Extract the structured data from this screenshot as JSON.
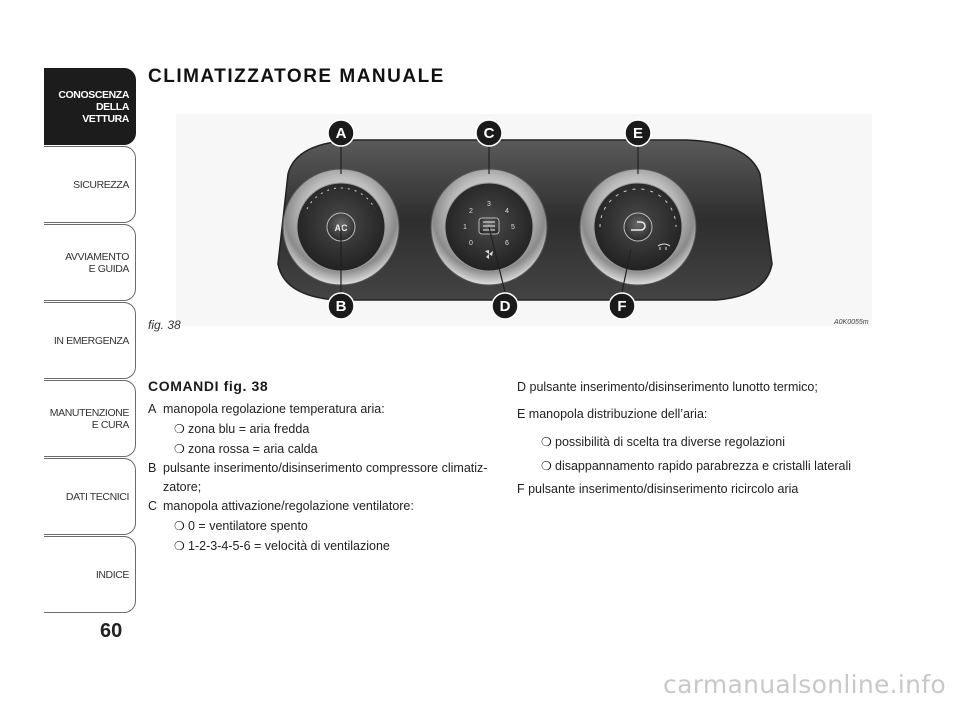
{
  "sidebar": {
    "tabs": [
      {
        "label": "CONOSCENZA\nDELLA\nVETTURA",
        "active": true
      },
      {
        "label": "SICUREZZA",
        "active": false
      },
      {
        "label": "AVVIAMENTO\nE GUIDA",
        "active": false
      },
      {
        "label": "IN EMERGENZA",
        "active": false
      },
      {
        "label": "MANUTENZIONE\nE CURA",
        "active": false
      },
      {
        "label": "DATI TECNICI",
        "active": false
      },
      {
        "label": "INDICE",
        "active": false
      }
    ],
    "page_number": "60"
  },
  "header": {
    "title": "CLIMATIZZATORE MANUALE"
  },
  "figure": {
    "caption": "fig. 38",
    "code": "A0K0055m",
    "callouts": [
      "A",
      "B",
      "C",
      "D",
      "E",
      "F"
    ],
    "knob_labels": {
      "ac_button": "AC",
      "fan_scale": [
        "0",
        "1",
        "2",
        "3",
        "4",
        "5",
        "6"
      ]
    }
  },
  "commands": {
    "title": "COMANDI fig. 38",
    "items": [
      {
        "key": "A",
        "text": "manopola regolazione temperatura aria:",
        "sub": [
          "zona blu = aria fredda",
          "zona rossa = aria calda"
        ]
      },
      {
        "key": "B",
        "text": "pulsante inserimento/disinserimento compressore climatiz-zatore;",
        "sub": []
      },
      {
        "key": "C",
        "text": "manopola attivazione/regolazione ventilatore:",
        "sub": [
          "0 = ventilatore spento",
          "1-2-3-4-5-6 = velocità di ventilazione"
        ]
      }
    ],
    "right": [
      {
        "text": "D pulsante inserimento/disinserimento lunotto termico;"
      },
      {
        "text": "E manopola distribuzione dell’aria:",
        "sub": [
          "possibilità di scelta tra diverse regolazioni",
          "disappannamento rapido parabrezza e cristalli laterali"
        ]
      },
      {
        "text": "F pulsante inserimento/disinserimento ricircolo aria"
      }
    ],
    "bullet_glyph": "❍"
  },
  "watermark": "carmanualsonline.info"
}
